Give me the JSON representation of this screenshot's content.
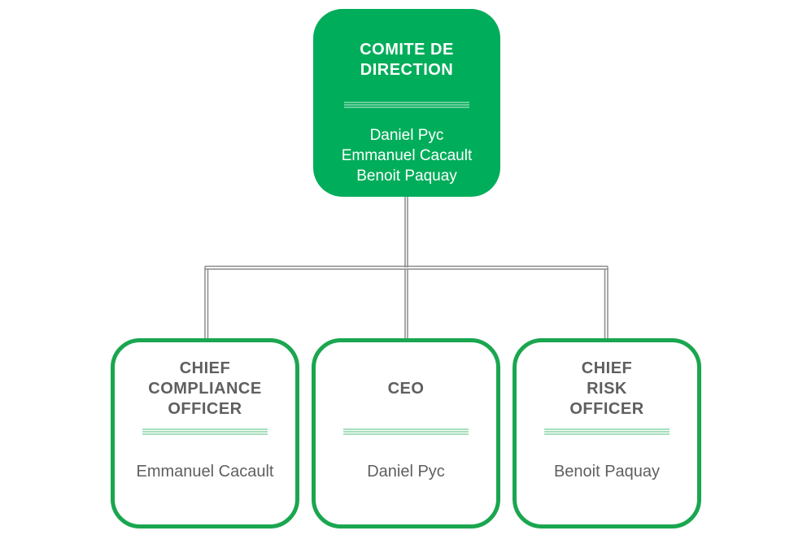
{
  "org_chart": {
    "root": {
      "title": "COMITE DE\nDIRECTION",
      "members": [
        "Daniel Pyc",
        "Emmanuel Cacault",
        "Benoit Paquay"
      ],
      "fill_color": "#00ad5a",
      "text_color": "#ffffff"
    },
    "children": [
      {
        "title": "CHIEF\nCOMPLIANCE\nOFFICER",
        "member": "Emmanuel Cacault"
      },
      {
        "title": "CEO",
        "member": "Daniel Pyc"
      },
      {
        "title": "CHIEF\nRISK\nOFFICER",
        "member": "Benoit Paquay"
      }
    ],
    "child_border_color": "#1aa64f",
    "child_text_color": "#5f5f5f",
    "connector_color": "#8a8a8a"
  }
}
